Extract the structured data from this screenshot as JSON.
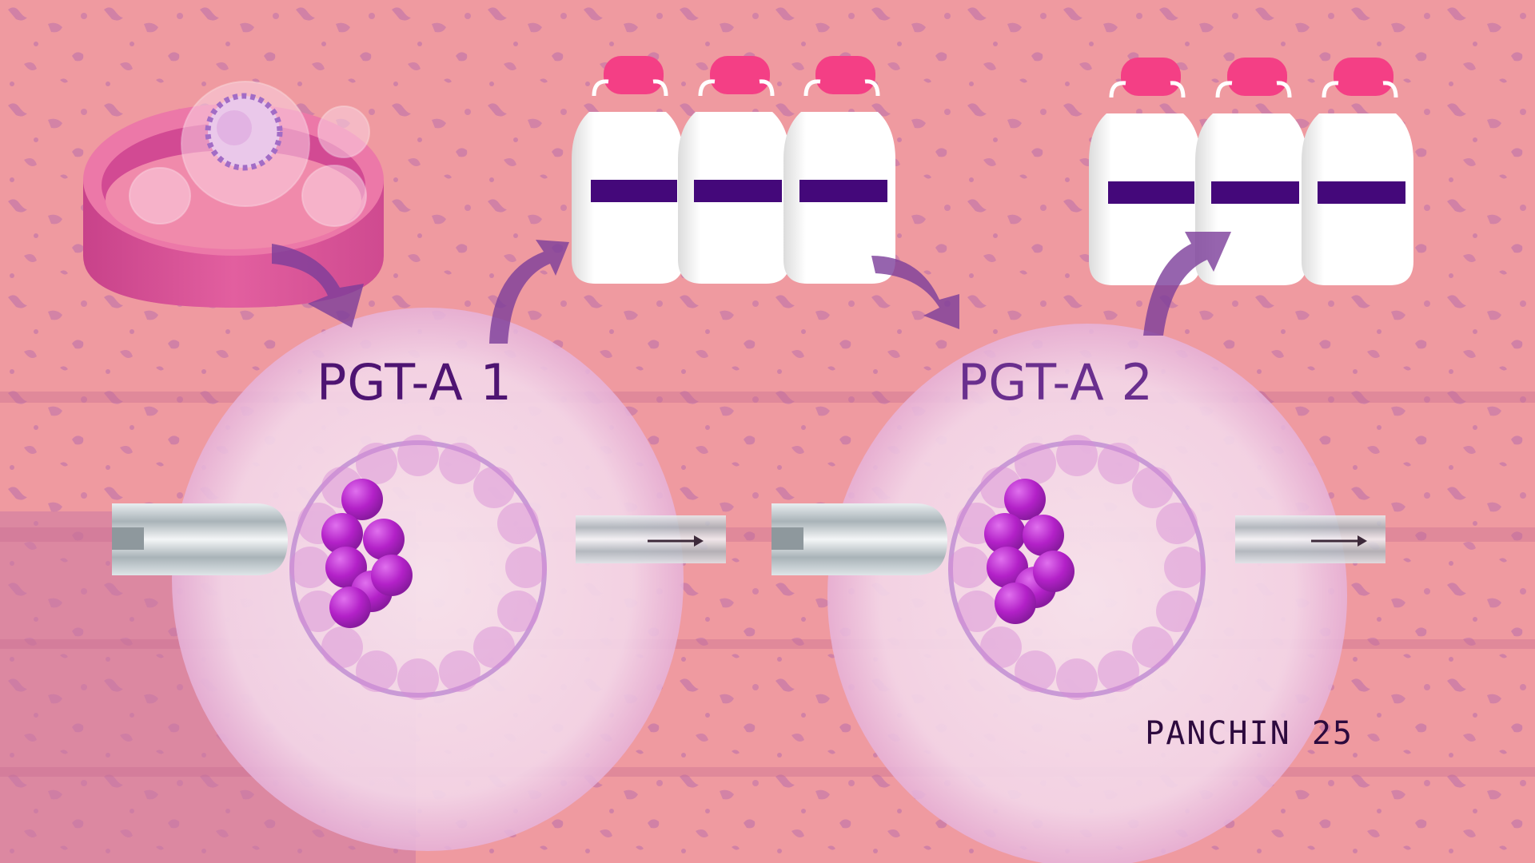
{
  "illustration": {
    "labels": {
      "pgta1": "PGT-A 1",
      "pgta2": "PGT-A 2",
      "signature": "PANCHIN 25"
    },
    "elements": {
      "petri_dish": "culture dish with embryo droplets",
      "tank_groups": [
        {
          "name": "cryo-tanks-group-1",
          "count": 3
        },
        {
          "name": "cryo-tanks-group-2",
          "count": 3
        }
      ],
      "embryos": [
        {
          "name": "blastocyst-biopsy-1",
          "label": "PGT-A 1"
        },
        {
          "name": "blastocyst-biopsy-2",
          "label": "PGT-A 2"
        }
      ],
      "arrows": 4
    },
    "colors": {
      "background": "#ef9aa0",
      "background_texture": "#c97aa8",
      "dish": "#e0509a",
      "tank_cap": "#f43f85",
      "tank_band": "#44087a",
      "arrow": "#7c3d9a",
      "inner_cell_mass": "#b321c8",
      "label_primary": "#4e1472",
      "label_secondary": "#6a2f8e"
    }
  }
}
